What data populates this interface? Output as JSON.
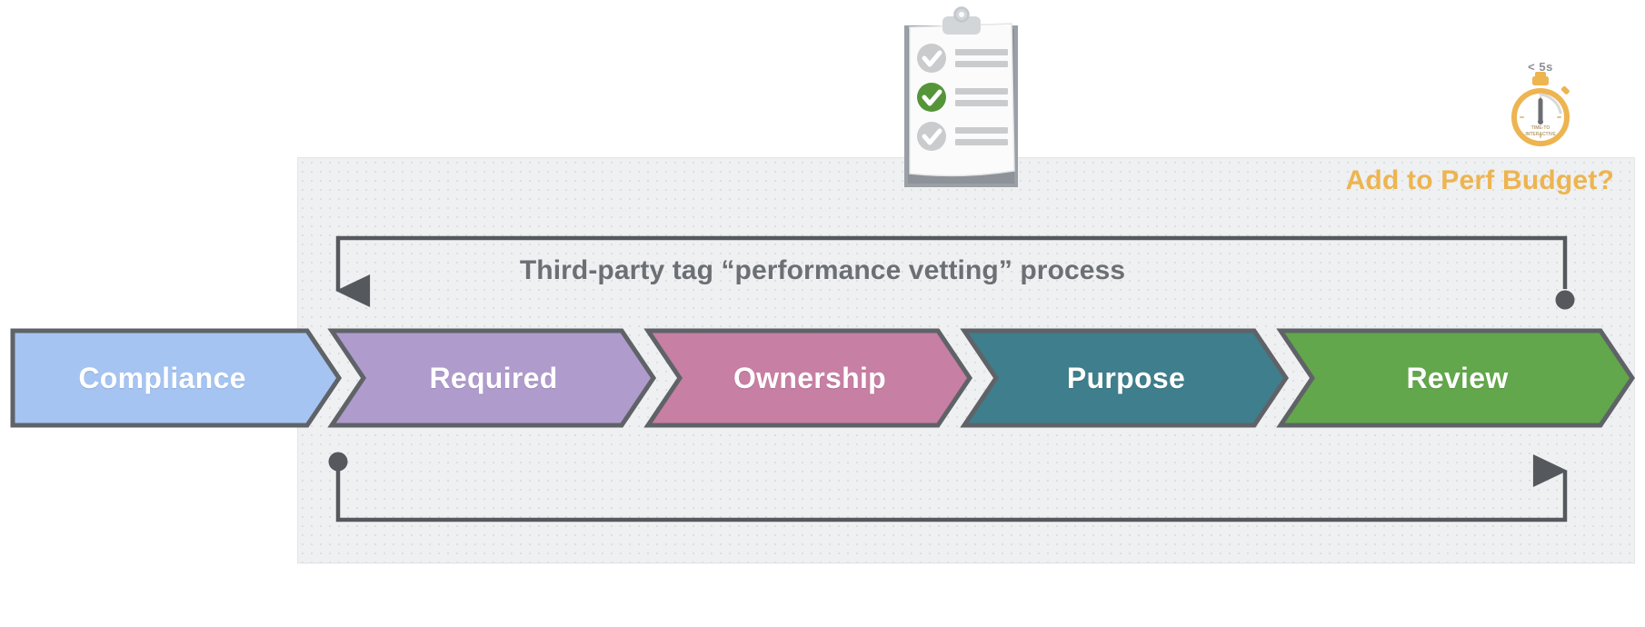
{
  "panel": {
    "heading": "Add to Perf Budget?",
    "heading_color": "#edb450",
    "background_color": "#eef0f1",
    "border_color": "#e3e5e7"
  },
  "process": {
    "title": "Third-party tag “performance vetting” process",
    "title_color": "#6c7075"
  },
  "stages": [
    {
      "label": "Compliance",
      "color": "#a5c4f2",
      "stroke": "#5f6368"
    },
    {
      "label": "Required",
      "color": "#af9bcc",
      "stroke": "#5f6368"
    },
    {
      "label": "Ownership",
      "color": "#c77fa4",
      "stroke": "#5f6368"
    },
    {
      "label": "Purpose",
      "color": "#3f7e8c",
      "stroke": "#5f6368"
    },
    {
      "label": "Review",
      "color": "#62a74b",
      "stroke": "#5f6368"
    }
  ],
  "loops": {
    "stroke_color": "#55585c",
    "top_loop": {
      "start_marker": "dot",
      "end_marker": "arrow-down"
    },
    "bottom_loop": {
      "start_marker": "dot",
      "end_marker": "arrow-up"
    }
  },
  "stopwatch": {
    "caption": "< 5s",
    "dial_line1": "TIME-TO",
    "dial_line2": "INTERACTIVE",
    "color": "#edb450"
  },
  "clipboard": {
    "checklist": [
      {
        "state": "unchecked",
        "color": "#c9cbcd"
      },
      {
        "state": "checked",
        "color": "#55953a"
      },
      {
        "state": "unchecked",
        "color": "#c9cbcd"
      }
    ]
  }
}
